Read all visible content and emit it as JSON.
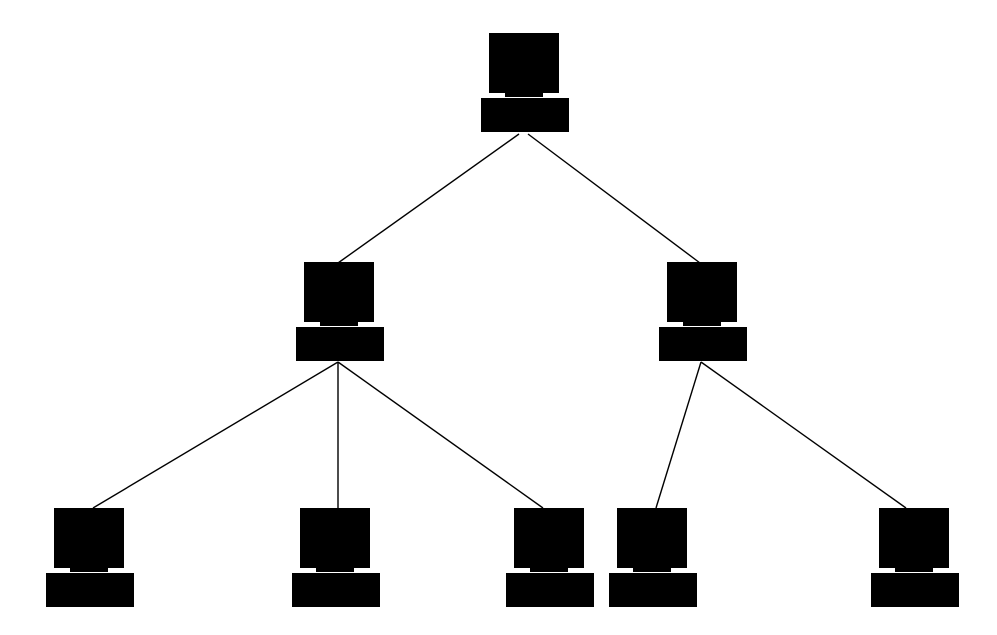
{
  "diagram": {
    "type": "tree-network-topology",
    "colors": {
      "background": "#ffffff",
      "stroke": "#000000"
    },
    "nodes": [
      {
        "id": "root",
        "icon": "desktop-computer-icon",
        "level": 0
      },
      {
        "id": "mid-left",
        "icon": "desktop-computer-icon",
        "level": 1
      },
      {
        "id": "mid-right",
        "icon": "desktop-computer-icon",
        "level": 1
      },
      {
        "id": "leaf-1",
        "icon": "desktop-computer-icon",
        "level": 2
      },
      {
        "id": "leaf-2",
        "icon": "desktop-computer-icon",
        "level": 2
      },
      {
        "id": "leaf-3",
        "icon": "desktop-computer-icon",
        "level": 2
      },
      {
        "id": "leaf-4",
        "icon": "desktop-computer-icon",
        "level": 2
      },
      {
        "id": "leaf-5",
        "icon": "desktop-computer-icon",
        "level": 2
      }
    ],
    "edges": [
      {
        "from": "root",
        "to": "mid-left"
      },
      {
        "from": "root",
        "to": "mid-right"
      },
      {
        "from": "mid-left",
        "to": "leaf-1"
      },
      {
        "from": "mid-left",
        "to": "leaf-2"
      },
      {
        "from": "mid-left",
        "to": "leaf-3"
      },
      {
        "from": "mid-right",
        "to": "leaf-4"
      },
      {
        "from": "mid-right",
        "to": "leaf-5"
      }
    ]
  }
}
